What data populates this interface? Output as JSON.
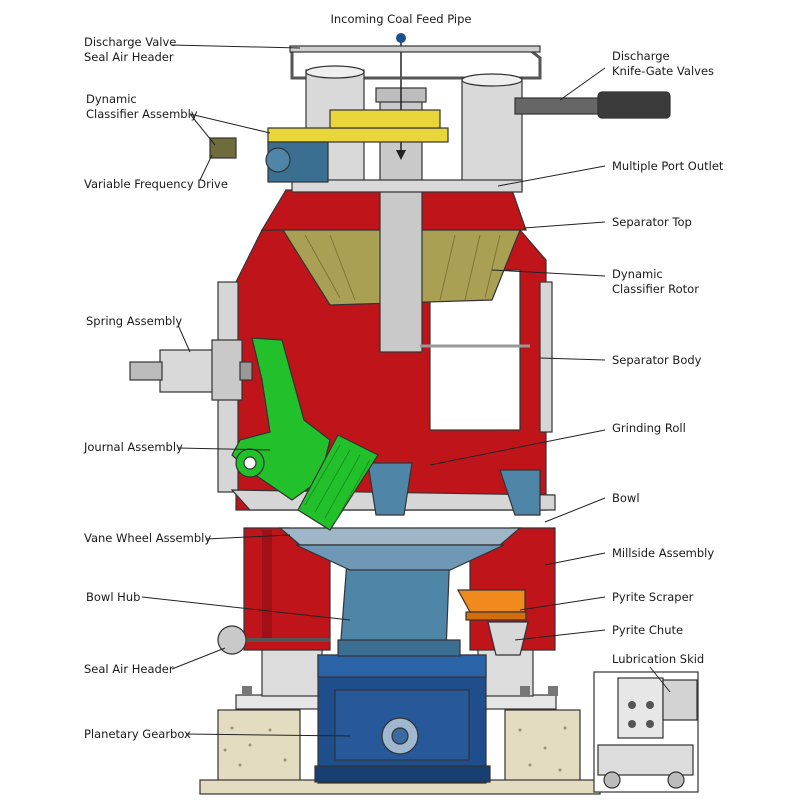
{
  "diagram": {
    "labels": {
      "incoming_coal_feed_pipe": "Incoming Coal Feed Pipe",
      "discharge_valve_seal_air_header_1": "Discharge Valve",
      "discharge_valve_seal_air_header_2": "Seal Air Header",
      "discharge_knife_gate_valves_1": "Discharge",
      "discharge_knife_gate_valves_2": "Knife-Gate Valves",
      "dynamic_classifier_assembly_1": "Dynamic",
      "dynamic_classifier_assembly_2": "Classifier Assembly",
      "variable_frequency_drive": "Variable Frequency Drive",
      "multiple_port_outlet": "Multiple Port Outlet",
      "separator_top": "Separator Top",
      "dynamic_classifier_rotor_1": "Dynamic",
      "dynamic_classifier_rotor_2": "Classifier Rotor",
      "spring_assembly": "Spring Assembly",
      "separator_body": "Separator Body",
      "grinding_roll": "Grinding Roll",
      "journal_assembly": "Journal Assembly",
      "bowl": "Bowl",
      "vane_wheel_assembly": "Vane Wheel Assembly",
      "millside_assembly": "Millside Assembly",
      "bowl_hub": "Bowl Hub",
      "pyrite_scraper": "Pyrite Scraper",
      "pyrite_chute": "Pyrite Chute",
      "lubrication_skid": "Lubrication Skid",
      "seal_air_header": "Seal Air Header",
      "planetary_gearbox": "Planetary Gearbox"
    }
  },
  "colors": {
    "separator_red": "#c0141b",
    "classifier_olive": "#a9a054",
    "journal_green": "#22c02a",
    "bowl_blue": "#4f86a8",
    "gearbox_blue": "#1f4e8c",
    "pipe_gray": "#c9c9c9",
    "pyrite_orange": "#f08a1c",
    "foundation_beige": "#e4dcc0",
    "drive_yellow": "#e8d63a"
  }
}
